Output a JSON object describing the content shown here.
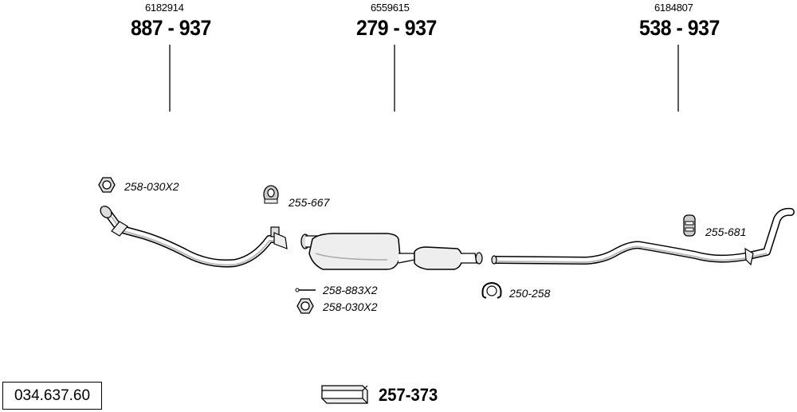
{
  "groups": [
    {
      "oe_number": "6182914",
      "part_number": "887 - 937"
    },
    {
      "oe_number": "6559615",
      "part_number": "279 - 937"
    },
    {
      "oe_number": "6184807",
      "part_number": "538 - 937"
    }
  ],
  "parts": {
    "nut_front": "258-030X2",
    "clamp_rubber": "255-667",
    "bolt": "258-883X2",
    "nut_mid": "258-030X2",
    "clamp_mid": "250-258",
    "hanger_rear": "255-681"
  },
  "reference_number": "034.637.60",
  "kit_number": "257-373"
}
